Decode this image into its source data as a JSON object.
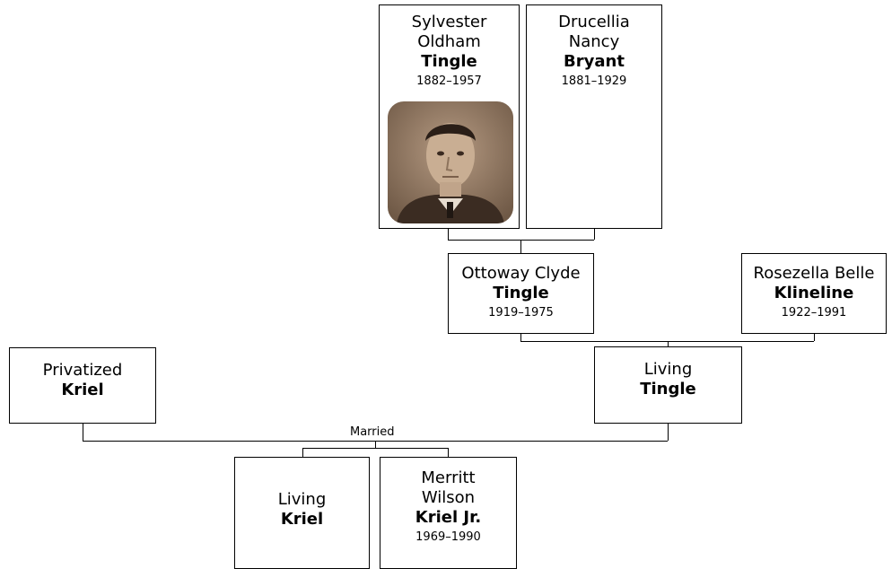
{
  "people": {
    "sylvester": {
      "given1": "Sylvester",
      "given2": "Oldham",
      "surname": "Tingle",
      "dates": "1882–1957"
    },
    "drucellia": {
      "given1": "Drucellia",
      "given2": "Nancy",
      "surname": "Bryant",
      "dates": "1881–1929"
    },
    "ottoway": {
      "given": "Ottoway Clyde",
      "surname": "Tingle",
      "dates": "1919–1975"
    },
    "rosezella": {
      "given": "Rosezella Belle",
      "surname": "Klineline",
      "dates": "1922–1991"
    },
    "privatized_kriel": {
      "given": "Privatized",
      "surname": "Kriel"
    },
    "living_tingle": {
      "given": "Living",
      "surname": "Tingle"
    },
    "living_kriel": {
      "given": "Living",
      "surname": "Kriel"
    },
    "merritt": {
      "given1": "Merritt",
      "given2": "Wilson",
      "surname": "Kriel Jr.",
      "dates": "1969–1990"
    }
  },
  "relationship_label": "Married",
  "colors": {
    "line": "#000000",
    "card_border": "#000000",
    "photo_tone": "#7a6553"
  }
}
